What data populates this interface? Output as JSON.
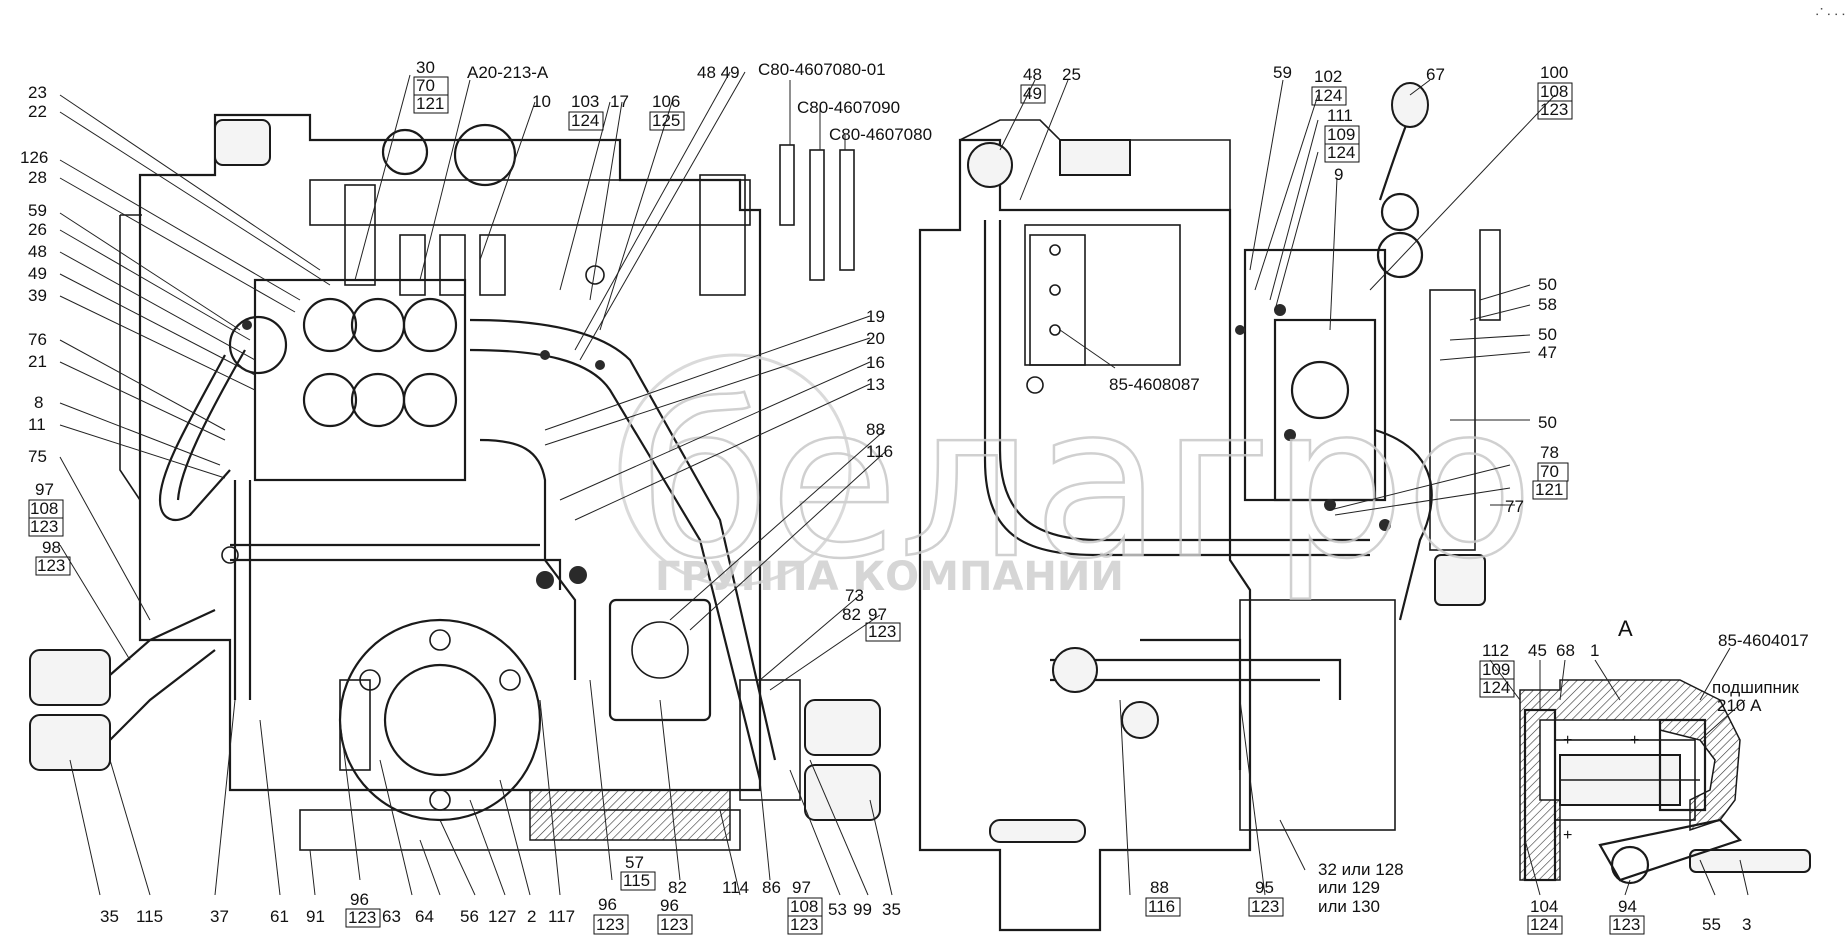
{
  "watermark": {
    "brand": "белагро",
    "subtitle": "ГРУППА КОМПАНИЙ"
  },
  "section_view": {
    "title": "А",
    "bearing_label_line1": "подшипник",
    "bearing_label_line2": "210 А"
  },
  "corner_mark": "⠠⠁⠄⠄⠄",
  "left_labels": [
    {
      "id": "l23",
      "text": "23"
    },
    {
      "id": "l22",
      "text": "22"
    },
    {
      "id": "l126",
      "text": "126"
    },
    {
      "id": "l28",
      "text": "28"
    },
    {
      "id": "l59",
      "text": "59"
    },
    {
      "id": "l26",
      "text": "26"
    },
    {
      "id": "l48",
      "text": "48"
    },
    {
      "id": "l49",
      "text": "49"
    },
    {
      "id": "l39",
      "text": "39"
    },
    {
      "id": "l76",
      "text": "76"
    },
    {
      "id": "l21",
      "text": "21"
    },
    {
      "id": "l8",
      "text": "8"
    },
    {
      "id": "l11",
      "text": "11"
    },
    {
      "id": "l75",
      "text": "75"
    },
    {
      "id": "l97",
      "text": "97"
    },
    {
      "id": "l108",
      "text": "108"
    },
    {
      "id": "l123a",
      "text": "123"
    },
    {
      "id": "l98",
      "text": "98"
    },
    {
      "id": "l123b",
      "text": "123"
    }
  ],
  "top_labels": [
    {
      "id": "t30",
      "text": "30"
    },
    {
      "id": "t70",
      "text": "70"
    },
    {
      "id": "t121",
      "text": "121"
    },
    {
      "id": "tA20",
      "text": "А20-213-А"
    },
    {
      "id": "t10",
      "text": "10"
    },
    {
      "id": "t103",
      "text": "103"
    },
    {
      "id": "t124",
      "text": "124"
    },
    {
      "id": "t17",
      "text": "17"
    },
    {
      "id": "t106",
      "text": "106"
    },
    {
      "id": "t125",
      "text": "125"
    },
    {
      "id": "t4849",
      "text": "48 49"
    },
    {
      "id": "tC1",
      "text": "С80-4607080-01"
    },
    {
      "id": "tC2",
      "text": "С80-4607090"
    },
    {
      "id": "tC3",
      "text": "С80-4607080"
    }
  ],
  "mid_labels": [
    {
      "id": "m19",
      "text": "19"
    },
    {
      "id": "m20",
      "text": "20"
    },
    {
      "id": "m16",
      "text": "16"
    },
    {
      "id": "m13",
      "text": "13"
    },
    {
      "id": "m88",
      "text": "88"
    },
    {
      "id": "m116",
      "text": "116"
    },
    {
      "id": "m73",
      "text": "73"
    },
    {
      "id": "m82",
      "text": "82"
    },
    {
      "id": "m97",
      "text": "97"
    },
    {
      "id": "m123",
      "text": "123"
    }
  ],
  "bottom_labels": [
    {
      "id": "b35",
      "text": "35"
    },
    {
      "id": "b115",
      "text": "115"
    },
    {
      "id": "b37",
      "text": "37"
    },
    {
      "id": "b61",
      "text": "61"
    },
    {
      "id": "b91",
      "text": "91"
    },
    {
      "id": "b96",
      "text": "96"
    },
    {
      "id": "b123a",
      "text": "123"
    },
    {
      "id": "b63",
      "text": "63"
    },
    {
      "id": "b64",
      "text": "64"
    },
    {
      "id": "b56",
      "text": "56"
    },
    {
      "id": "b127",
      "text": "127"
    },
    {
      "id": "b2",
      "text": "2"
    },
    {
      "id": "b117",
      "text": "117"
    },
    {
      "id": "b96b",
      "text": "96"
    },
    {
      "id": "b123b",
      "text": "123"
    },
    {
      "id": "b57",
      "text": "57"
    },
    {
      "id": "b115b",
      "text": "115"
    },
    {
      "id": "b82",
      "text": "82"
    },
    {
      "id": "b96c",
      "text": "96"
    },
    {
      "id": "b123c",
      "text": "123"
    },
    {
      "id": "b114",
      "text": "114"
    },
    {
      "id": "b86",
      "text": "86"
    },
    {
      "id": "b97",
      "text": "97"
    },
    {
      "id": "b108",
      "text": "108"
    },
    {
      "id": "b123d",
      "text": "123"
    },
    {
      "id": "b53",
      "text": "53"
    },
    {
      "id": "b99",
      "text": "99"
    },
    {
      "id": "b35b",
      "text": "35"
    }
  ],
  "right_labels": [
    {
      "id": "r4849a",
      "text": "48"
    },
    {
      "id": "r4849b",
      "text": "49"
    },
    {
      "id": "r25",
      "text": "25"
    },
    {
      "id": "r59",
      "text": "59"
    },
    {
      "id": "r102",
      "text": "102"
    },
    {
      "id": "r124",
      "text": "124"
    },
    {
      "id": "r111",
      "text": "111"
    },
    {
      "id": "r109",
      "text": "109"
    },
    {
      "id": "r124b",
      "text": "124"
    },
    {
      "id": "r67",
      "text": "67"
    },
    {
      "id": "r100",
      "text": "100"
    },
    {
      "id": "r108",
      "text": "108"
    },
    {
      "id": "r123",
      "text": "123"
    },
    {
      "id": "r9",
      "text": "9"
    },
    {
      "id": "r85",
      "text": "85-4608087"
    },
    {
      "id": "r50a",
      "text": "50"
    },
    {
      "id": "r58",
      "text": "58"
    },
    {
      "id": "r50b",
      "text": "50"
    },
    {
      "id": "r47",
      "text": "47"
    },
    {
      "id": "r50c",
      "text": "50"
    },
    {
      "id": "r78",
      "text": "78"
    },
    {
      "id": "r70",
      "text": "70"
    },
    {
      "id": "r121",
      "text": "121"
    },
    {
      "id": "r77",
      "text": "77"
    },
    {
      "id": "r88",
      "text": "88"
    },
    {
      "id": "r116",
      "text": "116"
    },
    {
      "id": "r95",
      "text": "95"
    },
    {
      "id": "r123b",
      "text": "123"
    },
    {
      "id": "r32a",
      "text": "32 или 128"
    },
    {
      "id": "r32b",
      "text": "или 129"
    },
    {
      "id": "r32c",
      "text": "или 130"
    }
  ],
  "sectionA_labels": [
    {
      "id": "s112",
      "text": "112"
    },
    {
      "id": "s109",
      "text": "109"
    },
    {
      "id": "s124",
      "text": "124"
    },
    {
      "id": "s45",
      "text": "45"
    },
    {
      "id": "s68",
      "text": "68"
    },
    {
      "id": "s1",
      "text": "1"
    },
    {
      "id": "s85",
      "text": "85-4604017"
    },
    {
      "id": "s104",
      "text": "104"
    },
    {
      "id": "s124b",
      "text": "124"
    },
    {
      "id": "s94",
      "text": "94"
    },
    {
      "id": "s123",
      "text": "123"
    },
    {
      "id": "s55",
      "text": "55"
    },
    {
      "id": "s3",
      "text": "3"
    }
  ]
}
